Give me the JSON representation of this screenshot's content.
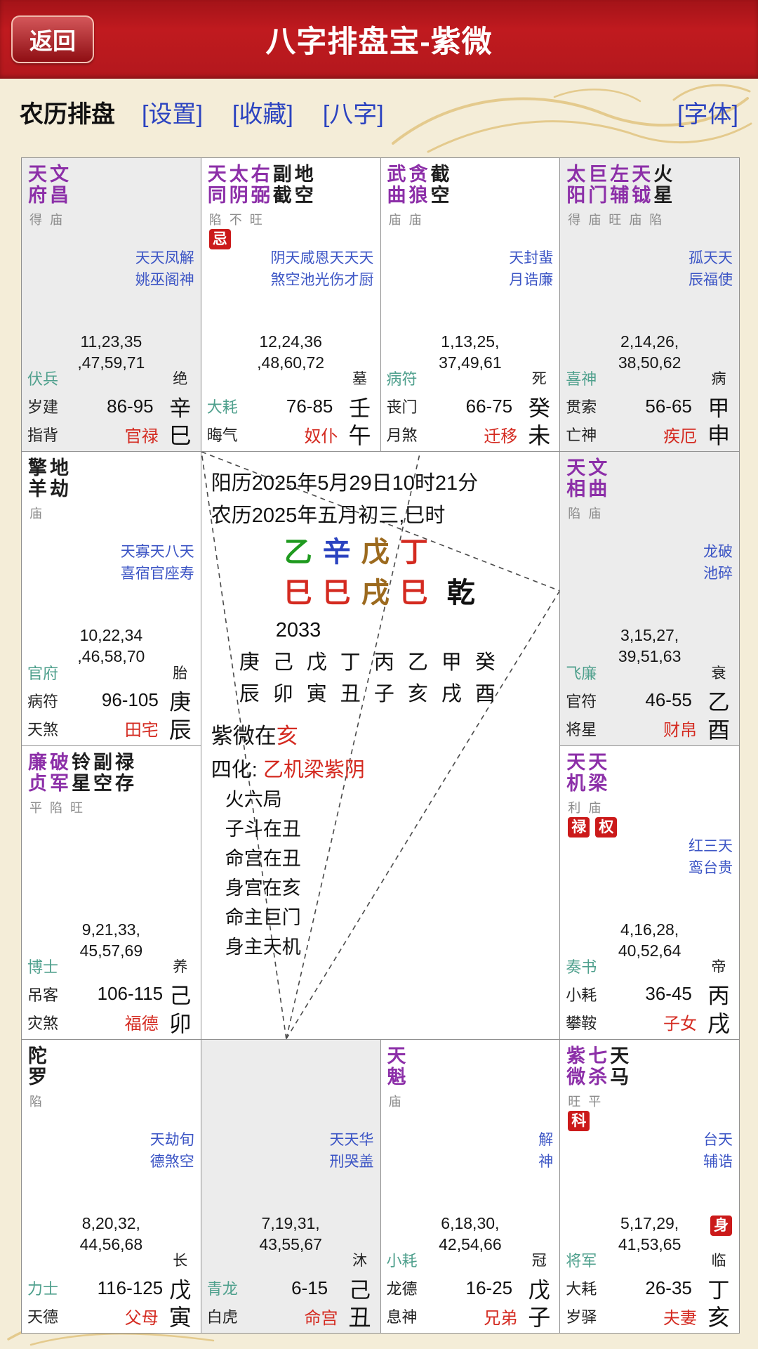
{
  "header": {
    "back_label": "返回",
    "title": "八字排盘宝-紫微"
  },
  "toolbar": {
    "title": "农历排盘",
    "links": [
      {
        "label": "[设置]"
      },
      {
        "label": "[收藏]"
      },
      {
        "label": "[八字]"
      },
      {
        "label": "[字体]",
        "align": "right"
      }
    ]
  },
  "colors": {
    "header_red": "#c01a1f",
    "page_cream": "#f4edd8",
    "link_blue": "#2b43c0",
    "star_purple": "#8c2fa8",
    "minor_blue": "#3c55c5",
    "god_green": "#4fa08d",
    "accent_red": "#d42a20",
    "badge_red": "#cb1a1a",
    "brightness_gray": "#8b8b8b",
    "highlight_bg": "#ececec",
    "grid_line": "#909090",
    "gold": "#d5a944"
  },
  "center": {
    "solar": "阳历2025年5月29日10时21分",
    "lunar": "农历2025年五月初三,巳时",
    "stems": [
      {
        "char": "乙",
        "color": "#1f9a1f"
      },
      {
        "char": "辛",
        "color": "#2b43c0"
      },
      {
        "char": "戊",
        "color": "#9c6a1e"
      },
      {
        "char": "丁",
        "color": "#d42a20"
      }
    ],
    "branches": [
      {
        "char": "巳",
        "color": "#d42a20"
      },
      {
        "char": "巳",
        "color": "#d42a20"
      },
      {
        "char": "戌",
        "color": "#9c6a1e"
      },
      {
        "char": "巳",
        "color": "#d42a20"
      }
    ],
    "gender": "乾",
    "year": "2033",
    "dayun_stems": [
      "庚",
      "己",
      "戊",
      "丁",
      "丙",
      "乙",
      "甲",
      "癸"
    ],
    "dayun_branches": [
      "辰",
      "卯",
      "寅",
      "丑",
      "子",
      "亥",
      "戌",
      "酉"
    ],
    "ziwei_prefix": "紫微在",
    "ziwei_value": "亥",
    "sihua_prefix": "四化: ",
    "sihua_value": "乙机梁紫阴",
    "info_lines": [
      "火六局",
      "子斗在丑",
      "命宫在丑",
      "身宫在亥",
      "命主巨门",
      "身主天机"
    ]
  },
  "palaces": [
    {
      "key": "si",
      "grid": {
        "col": 1,
        "row": 1
      },
      "highlight": true,
      "stars": [
        {
          "name": "天府",
          "major": true
        },
        {
          "name": "文昌",
          "major": true
        }
      ],
      "brightness": "得庙",
      "hua": [],
      "minor": [
        "天天凤解",
        "姚巫阁神"
      ],
      "numbers": [
        "11,23,35",
        ",47,59,71"
      ],
      "gods": [
        {
          "t": "伏兵",
          "green": true
        },
        {
          "t": "岁建",
          "green": false
        },
        {
          "t": "指背",
          "green": false
        }
      ],
      "stage": "绝",
      "age": "86-95",
      "stem": "辛",
      "palace_name": "官禄",
      "branch": "巳",
      "body": false
    },
    {
      "key": "wu",
      "grid": {
        "col": 2,
        "row": 1
      },
      "highlight": false,
      "stars": [
        {
          "name": "天同",
          "major": true
        },
        {
          "name": "太阴",
          "major": true
        },
        {
          "name": "右弼",
          "major": true
        },
        {
          "name": "副截",
          "major": false
        },
        {
          "name": "地空",
          "major": false
        }
      ],
      "brightness": "陷不旺",
      "hua": [
        "忌"
      ],
      "minor": [
        "阴天咸恩天天天",
        "煞空池光伤才厨"
      ],
      "numbers": [
        "12,24,36",
        ",48,60,72"
      ],
      "gods": [
        {
          "t": "",
          "green": false
        },
        {
          "t": "大耗",
          "green": true
        },
        {
          "t": "晦气",
          "green": false
        }
      ],
      "stage": "墓",
      "age": "76-85",
      "stem": "壬",
      "palace_name": "奴仆",
      "branch": "午",
      "body": false
    },
    {
      "key": "wei",
      "grid": {
        "col": 3,
        "row": 1
      },
      "highlight": false,
      "stars": [
        {
          "name": "武曲",
          "major": true
        },
        {
          "name": "贪狼",
          "major": true
        },
        {
          "name": "截空",
          "major": false
        }
      ],
      "brightness": "庙庙",
      "hua": [],
      "minor": [
        "天封蜚",
        "月诰廉"
      ],
      "numbers": [
        "1,13,25,",
        "37,49,61"
      ],
      "gods": [
        {
          "t": "病符",
          "green": true
        },
        {
          "t": "丧门",
          "green": false
        },
        {
          "t": "月煞",
          "green": false
        }
      ],
      "stage": "死",
      "age": "66-75",
      "stem": "癸",
      "palace_name": "迁移",
      "branch": "未",
      "body": false
    },
    {
      "key": "shen",
      "grid": {
        "col": 4,
        "row": 1
      },
      "highlight": true,
      "stars": [
        {
          "name": "太阳",
          "major": true
        },
        {
          "name": "巨门",
          "major": true
        },
        {
          "name": "左辅",
          "major": true
        },
        {
          "name": "天钺",
          "major": true
        },
        {
          "name": "火星",
          "major": false
        }
      ],
      "brightness": "得庙旺庙陷",
      "hua": [],
      "minor": [
        "孤天天",
        "辰福使"
      ],
      "numbers": [
        "2,14,26,",
        "38,50,62"
      ],
      "gods": [
        {
          "t": "喜神",
          "green": true
        },
        {
          "t": "贯索",
          "green": false
        },
        {
          "t": "亡神",
          "green": false
        }
      ],
      "stage": "病",
      "age": "56-65",
      "stem": "甲",
      "palace_name": "疾厄",
      "branch": "申",
      "body": false
    },
    {
      "key": "chen",
      "grid": {
        "col": 1,
        "row": 2
      },
      "highlight": false,
      "stars": [
        {
          "name": "擎羊",
          "major": false
        },
        {
          "name": "地劫",
          "major": false
        }
      ],
      "brightness": "庙",
      "hua": [],
      "minor": [
        "天寡天八天",
        "喜宿官座寿"
      ],
      "numbers": [
        "10,22,34",
        ",46,58,70"
      ],
      "gods": [
        {
          "t": "官府",
          "green": true
        },
        {
          "t": "病符",
          "green": false
        },
        {
          "t": "天煞",
          "green": false
        }
      ],
      "stage": "胎",
      "age": "96-105",
      "stem": "庚",
      "palace_name": "田宅",
      "branch": "辰",
      "body": false
    },
    {
      "key": "you",
      "grid": {
        "col": 4,
        "row": 2
      },
      "highlight": true,
      "stars": [
        {
          "name": "天相",
          "major": true
        },
        {
          "name": "文曲",
          "major": true
        }
      ],
      "brightness": "陷庙",
      "hua": [],
      "minor": [
        "龙破",
        "池碎"
      ],
      "numbers": [
        "3,15,27,",
        "39,51,63"
      ],
      "gods": [
        {
          "t": "飞廉",
          "green": true
        },
        {
          "t": "官符",
          "green": false
        },
        {
          "t": "将星",
          "green": false
        }
      ],
      "stage": "衰",
      "age": "46-55",
      "stem": "乙",
      "palace_name": "财帛",
      "branch": "酉",
      "body": false
    },
    {
      "key": "mao",
      "grid": {
        "col": 1,
        "row": 3
      },
      "highlight": false,
      "stars": [
        {
          "name": "廉贞",
          "major": true
        },
        {
          "name": "破军",
          "major": true
        },
        {
          "name": "铃星",
          "major": false
        },
        {
          "name": "副空",
          "major": false
        },
        {
          "name": "禄存",
          "major": false
        }
      ],
      "brightness": "平陷旺",
      "hua": [],
      "minor": [],
      "numbers": [
        "9,21,33,",
        "45,57,69"
      ],
      "gods": [
        {
          "t": "博士",
          "green": true
        },
        {
          "t": "吊客",
          "green": false
        },
        {
          "t": "灾煞",
          "green": false
        }
      ],
      "stage": "养",
      "age": "106-115",
      "stem": "己",
      "palace_name": "福德",
      "branch": "卯",
      "body": false
    },
    {
      "key": "xu",
      "grid": {
        "col": 4,
        "row": 3
      },
      "highlight": false,
      "stars": [
        {
          "name": "天机",
          "major": true
        },
        {
          "name": "天梁",
          "major": true
        }
      ],
      "brightness": "利庙",
      "hua": [
        "禄",
        "权"
      ],
      "minor": [
        "红三天",
        "鸾台贵"
      ],
      "numbers": [
        "4,16,28,",
        "40,52,64"
      ],
      "gods": [
        {
          "t": "奏书",
          "green": true
        },
        {
          "t": "小耗",
          "green": false
        },
        {
          "t": "攀鞍",
          "green": false
        }
      ],
      "stage": "帝",
      "age": "36-45",
      "stem": "丙",
      "palace_name": "子女",
      "branch": "戌",
      "body": false
    },
    {
      "key": "yin",
      "grid": {
        "col": 1,
        "row": 4
      },
      "highlight": false,
      "stars": [
        {
          "name": "陀罗",
          "major": false
        }
      ],
      "brightness": "陷",
      "hua": [],
      "minor": [
        "天劫旬",
        "德煞空"
      ],
      "numbers": [
        "8,20,32,",
        "44,56,68"
      ],
      "gods": [
        {
          "t": "",
          "green": false
        },
        {
          "t": "力士",
          "green": true
        },
        {
          "t": "天德",
          "green": false
        }
      ],
      "stage": "长",
      "age": "116-125",
      "stem": "戊",
      "palace_name": "父母",
      "branch": "寅",
      "body": false
    },
    {
      "key": "chou",
      "grid": {
        "col": 2,
        "row": 4
      },
      "highlight": true,
      "stars": [],
      "brightness": "",
      "hua": [],
      "minor": [
        "天天华",
        "刑哭盖"
      ],
      "numbers": [
        "7,19,31,",
        "43,55,67"
      ],
      "gods": [
        {
          "t": "",
          "green": false
        },
        {
          "t": "青龙",
          "green": true
        },
        {
          "t": "白虎",
          "green": false
        }
      ],
      "stage": "沐",
      "age": "6-15",
      "stem": "己",
      "palace_name": "命宫",
      "branch": "丑",
      "body": false
    },
    {
      "key": "zi",
      "grid": {
        "col": 3,
        "row": 4
      },
      "highlight": false,
      "stars": [
        {
          "name": "天魁",
          "major": true
        }
      ],
      "brightness": "庙",
      "hua": [],
      "minor": [
        "解",
        "神"
      ],
      "numbers": [
        "6,18,30,",
        "42,54,66"
      ],
      "gods": [
        {
          "t": "小耗",
          "green": true
        },
        {
          "t": "龙德",
          "green": false
        },
        {
          "t": "息神",
          "green": false
        }
      ],
      "stage": "冠",
      "age": "16-25",
      "stem": "戊",
      "palace_name": "兄弟",
      "branch": "子",
      "body": false
    },
    {
      "key": "hai",
      "grid": {
        "col": 4,
        "row": 4
      },
      "highlight": false,
      "stars": [
        {
          "name": "紫微",
          "major": true
        },
        {
          "name": "七杀",
          "major": true
        },
        {
          "name": "天马",
          "major": false
        }
      ],
      "brightness": "旺平",
      "hua": [
        "科"
      ],
      "minor": [
        "台天",
        "辅诰"
      ],
      "numbers": [
        "5,17,29,",
        "41,53,65"
      ],
      "gods": [
        {
          "t": "将军",
          "green": true
        },
        {
          "t": "大耗",
          "green": false
        },
        {
          "t": "岁驿",
          "green": false
        }
      ],
      "stage": "临",
      "age": "26-35",
      "stem": "丁",
      "palace_name": "夫妻",
      "branch": "亥",
      "body": true
    }
  ]
}
